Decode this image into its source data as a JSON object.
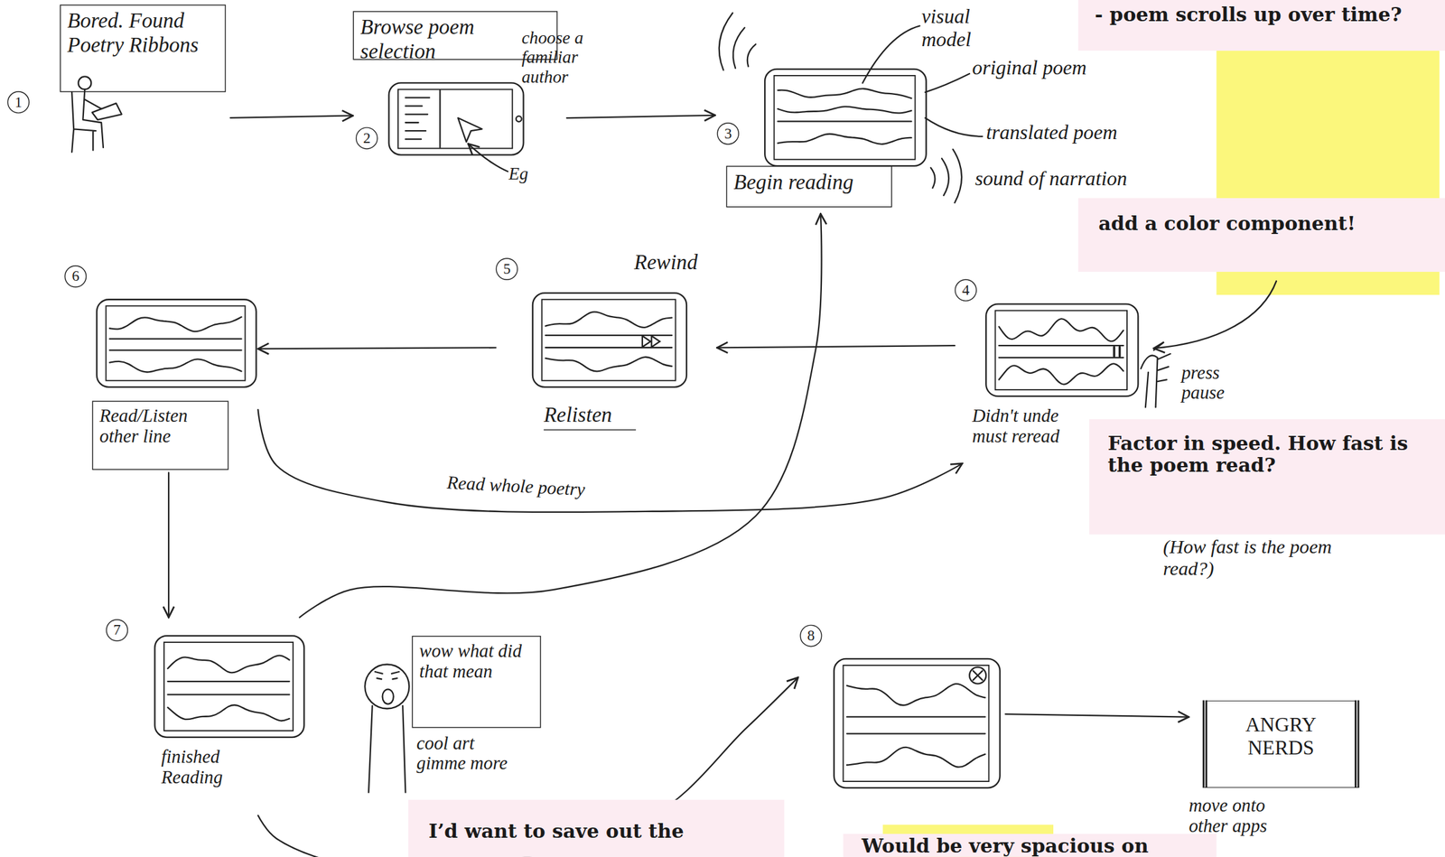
{
  "diagram": {
    "nodes": [
      {
        "text": [
          "1",
          "Bored. Found Poetry Ribbons"
        ]
      },
      {
        "text": [
          "2",
          "Browse poem selection"
        ]
      },
      {
        "text": [
          "3",
          "Begin reading"
        ]
      },
      {
        "text": [
          "4",
          "Didn't unde must reread"
        ]
      },
      {
        "text": [
          "5",
          "Rewind",
          "Relisten"
        ]
      },
      {
        "text": [
          "6",
          "Read/Listen other line"
        ]
      },
      {
        "text": [
          "7",
          "finished Reading"
        ]
      },
      {
        "text": [
          "wow what did that mean",
          "cool art gimme more"
        ]
      },
      {
        "text": [
          "8"
        ]
      },
      {
        "text": [
          "ANGRY NERDS",
          "move onto other apps"
        ]
      },
      {
        "text": [
          "- poem scrolls up over time?"
        ]
      },
      {
        "text": [
          "add a color component!"
        ]
      },
      {
        "text": [
          "Factor in speed. How fast is the poem read?"
        ]
      },
      {
        "text": [
          "I’d want to save out the"
        ]
      },
      {
        "text": [
          "Would be very spacious on"
        ]
      }
    ],
    "edges": [
      {
        "from": 0,
        "to": 1,
        "arrow": "to"
      },
      {
        "from": 1,
        "to": 2,
        "arrow": "to"
      },
      {
        "from": 3,
        "to": 4,
        "arrow": "to"
      },
      {
        "from": 4,
        "to": 5,
        "arrow": "to"
      },
      {
        "from": 5,
        "to": 3,
        "label": "Read whole poetry",
        "arrow": "to"
      },
      {
        "from": 5,
        "to": 6,
        "arrow": "to"
      },
      {
        "from": 6,
        "to": 2,
        "arrow": "to"
      },
      {
        "from": 6,
        "to": 8,
        "arrow": "to"
      },
      {
        "from": 8,
        "to": 9,
        "arrow": "to"
      }
    ],
    "labels": [
      "visual model",
      "original poem",
      "translated poem",
      "sound of narration",
      "choose a familiar author",
      "Eg",
      "press pause",
      "(How fast is the poem read?)"
    ]
  }
}
